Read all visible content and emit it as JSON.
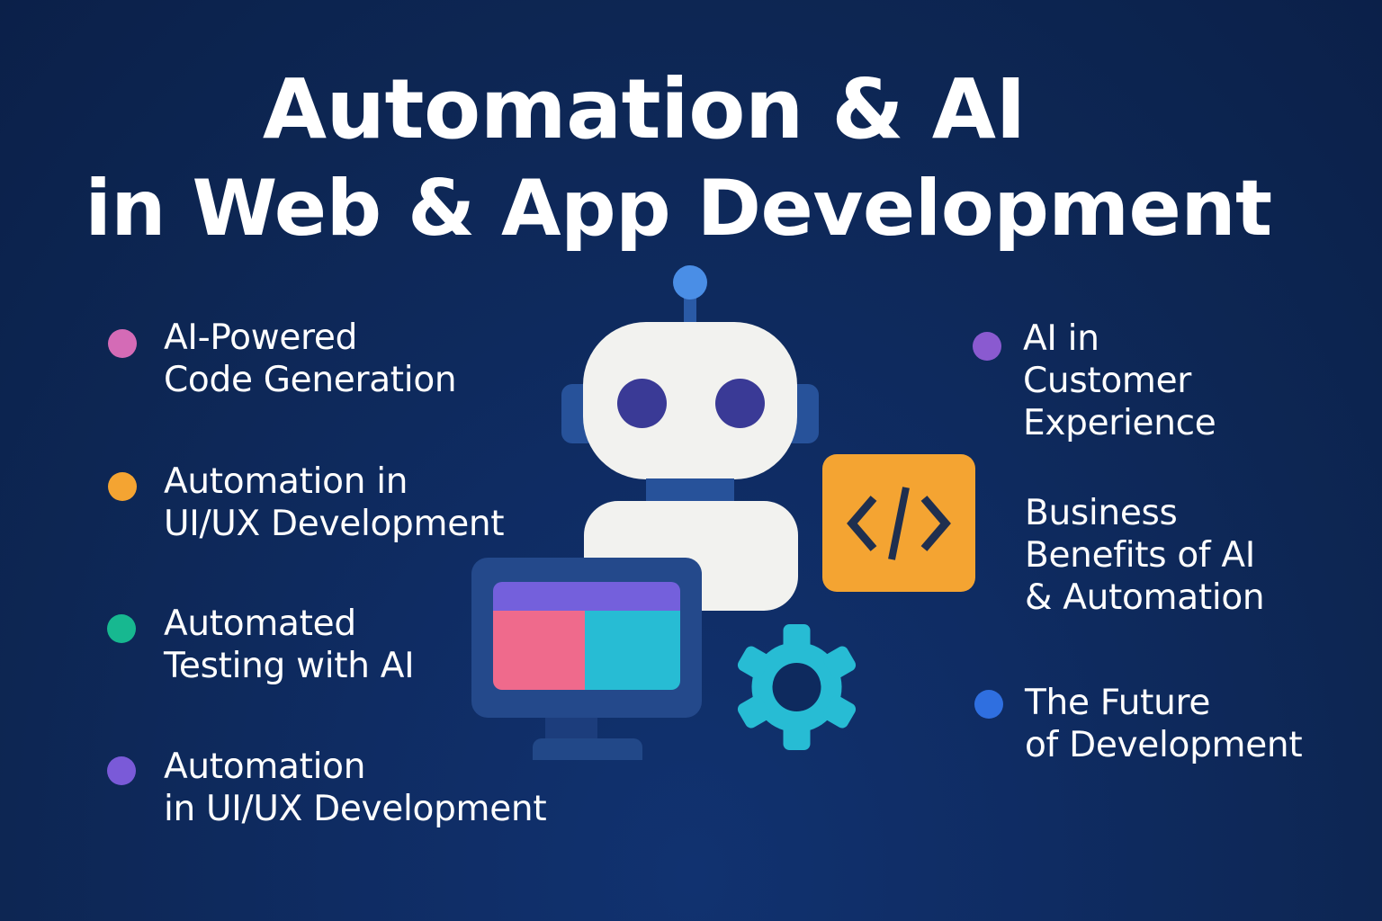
{
  "title": {
    "line1": "Automation & AI",
    "line2": "in Web & App Development"
  },
  "left_items": [
    {
      "label": "AI-Powered\nCode Generation",
      "dot_color": "#d46bb6"
    },
    {
      "label": "Automation in\nUI/UX Development",
      "dot_color": "#f4a432"
    },
    {
      "label": "Automated\nTesting with AI",
      "dot_color": "#17b890"
    },
    {
      "label": "Automation\nin UI/UX Development",
      "dot_color": "#7a5ad8"
    }
  ],
  "right_items": [
    {
      "label": "AI in\nCustomer\nExperience",
      "dot_color": "#8a5ad0"
    },
    {
      "label": "Business\nBenefits of AI\n& Automation",
      "dot_color": null
    },
    {
      "label": "The Future\nof Development",
      "dot_color": "#2f6fe0"
    }
  ],
  "illustration": {
    "icons": [
      "robot-icon",
      "monitor-icon",
      "code-brackets-icon",
      "gear-icon"
    ],
    "code_symbol": "</>",
    "colors": {
      "background": "#0d2653",
      "robot_white": "#f2f2ef",
      "robot_eyes": "#3a3a96",
      "robot_accent": "#27529a",
      "antenna": "#4a8ee6",
      "code_box": "#f4a432",
      "gear": "#27bcd4",
      "screen_purple": "#7460dc",
      "screen_pink": "#ef6a8c",
      "screen_cyan": "#27bcd4"
    }
  }
}
